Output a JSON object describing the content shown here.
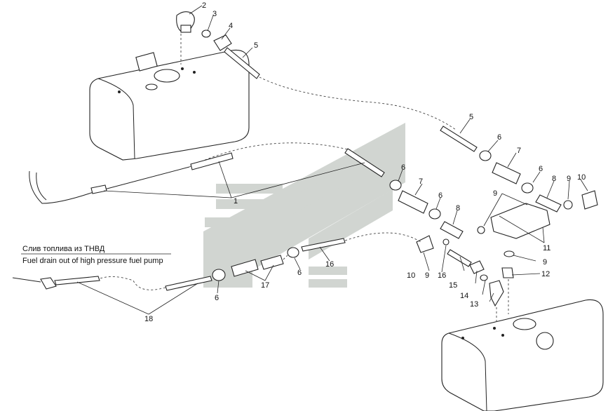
{
  "note": {
    "ru": "Слив топлива из ТНВД",
    "en": "Fuel drain out of high pressure fuel pump"
  },
  "callouts": {
    "c1": "1",
    "c2": "2",
    "c3": "3",
    "c4": "4",
    "c5a": "5",
    "c5b": "5",
    "c6a": "6",
    "c6b": "6",
    "c6c": "6",
    "c6d": "6",
    "c6e": "6",
    "c6f": "6",
    "c7a": "7",
    "c7b": "7",
    "c8a": "8",
    "c8b": "8",
    "c9a": "9",
    "c9b": "9",
    "c9c": "9",
    "c9d": "9",
    "c10a": "10",
    "c10b": "10",
    "c11": "11",
    "c12": "12",
    "c13": "13",
    "c14": "14",
    "c15": "15",
    "c16a": "16",
    "c16b": "16",
    "c17": "17",
    "c18": "18"
  },
  "colors": {
    "line": "#222222",
    "watermark": "#c9cec9"
  }
}
